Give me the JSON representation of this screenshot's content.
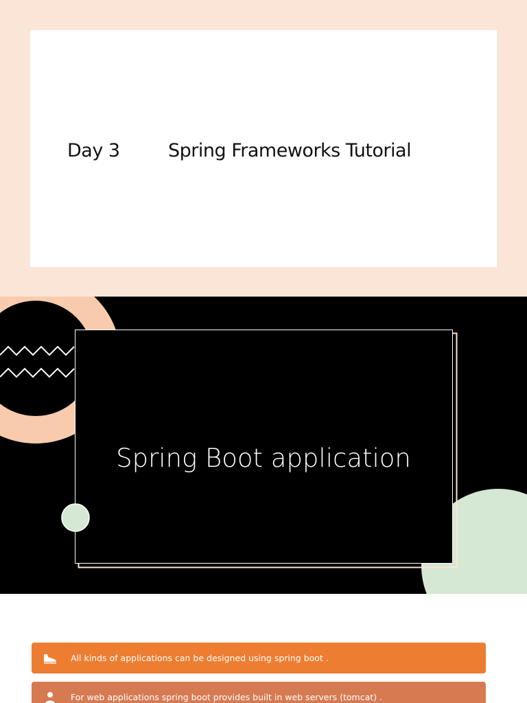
{
  "slide1": {
    "day_label": "Day 3",
    "title": "Spring Frameworks  Tutorial"
  },
  "slide2": {
    "title": "Spring Boot application"
  },
  "slide3": {
    "bullets": [
      {
        "icon": "shoe-icon",
        "text": "All kinds of applications can be designed using spring boot ."
      },
      {
        "icon": "person-icon",
        "text": "For web applications spring boot provides built in web servers (tomcat) ."
      }
    ]
  },
  "colors": {
    "peach": "#fbe5d6",
    "peach_ring": "#f8cbad",
    "green": "#d5e8d4",
    "orange": "#ed7d31",
    "orange_muted": "#d67a52"
  }
}
